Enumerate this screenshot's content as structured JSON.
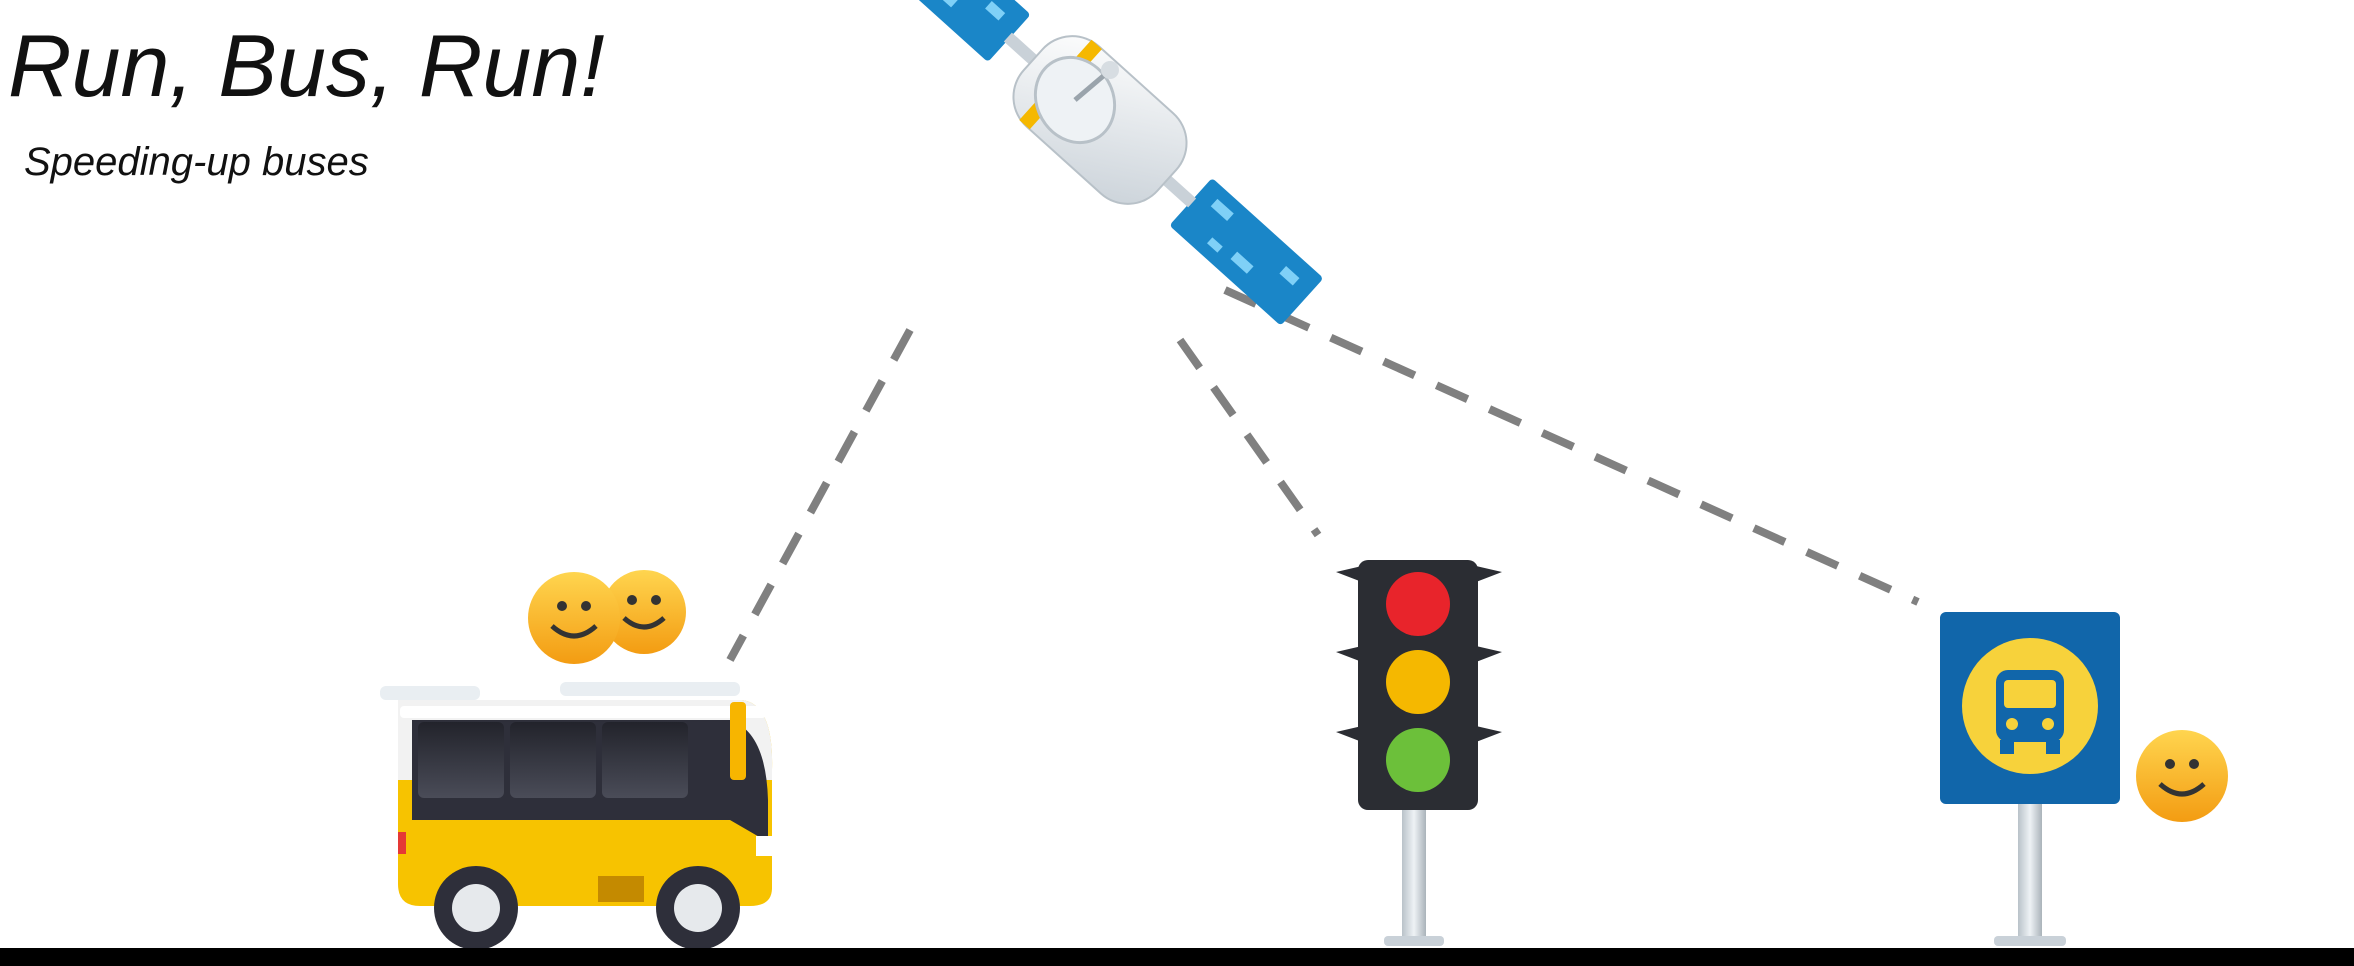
{
  "header": {
    "title": "Run, Bus, Run!",
    "subtitle": "Speeding-up buses"
  },
  "scene": {
    "icons": [
      "satellite-icon",
      "bus-icon",
      "passenger-smiley-icon",
      "traffic-light-icon",
      "bus-stop-sign-icon",
      "road-line"
    ],
    "links": [
      "satellite-to-bus-link",
      "satellite-to-traffic-light-link",
      "satellite-to-bus-stop-link"
    ]
  },
  "colors": {
    "background": "#ffffff",
    "road": "#000000",
    "link_dash": "#808080",
    "bus_yellow": "#f7c300",
    "bus_windows": "#2e2f3a",
    "smiley": "#f5a623",
    "traffic_light_body": "#2b2d33",
    "light_red": "#e8242b",
    "light_amber": "#f5b800",
    "light_green": "#6cc03a",
    "stop_sign_blue": "#1166aa",
    "stop_sign_yellow": "#f7d23b",
    "satellite_panel": "#1a86c8"
  }
}
